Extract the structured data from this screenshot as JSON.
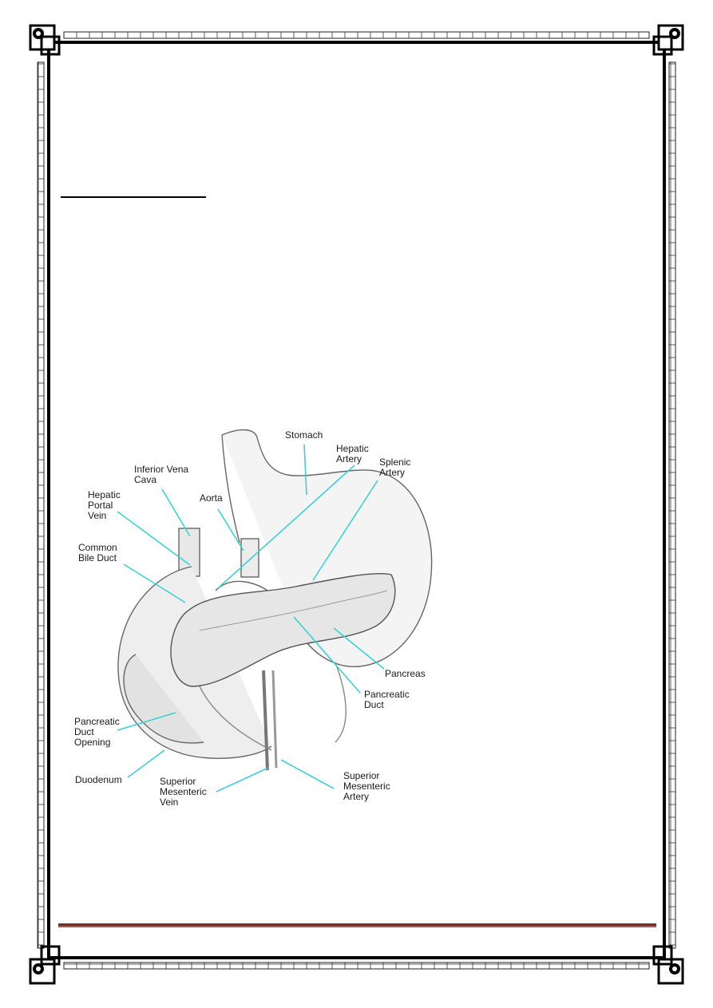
{
  "figure": {
    "title": "",
    "labels": {
      "stomach": "Stomach",
      "hepatic_artery": "Hepatic\nArtery",
      "splenic_artery": "Splenic\nArtery",
      "inferior_vena_cava": "Inferior Vena\nCava",
      "hepatic_portal_vein": "Hepatic\nPortal\nVein",
      "aorta": "Aorta",
      "common_bile_duct": "Common\nBile Duct",
      "pancreas": "Pancreas",
      "pancreatic_duct": "Pancreatic\nDuct",
      "pancreatic_duct_opening": "Pancreatic\nDuct\nOpening",
      "duodenum": "Duodenum",
      "superior_mesenteric_vein": "Superior\nMesenteric\nVein",
      "superior_mesenteric_artery": "Superior\nMesenteric\nArtery"
    },
    "leader_color": "#3fcfd2"
  },
  "colors": {
    "border": "#000000",
    "footer_rule": "#7a2c2c"
  }
}
